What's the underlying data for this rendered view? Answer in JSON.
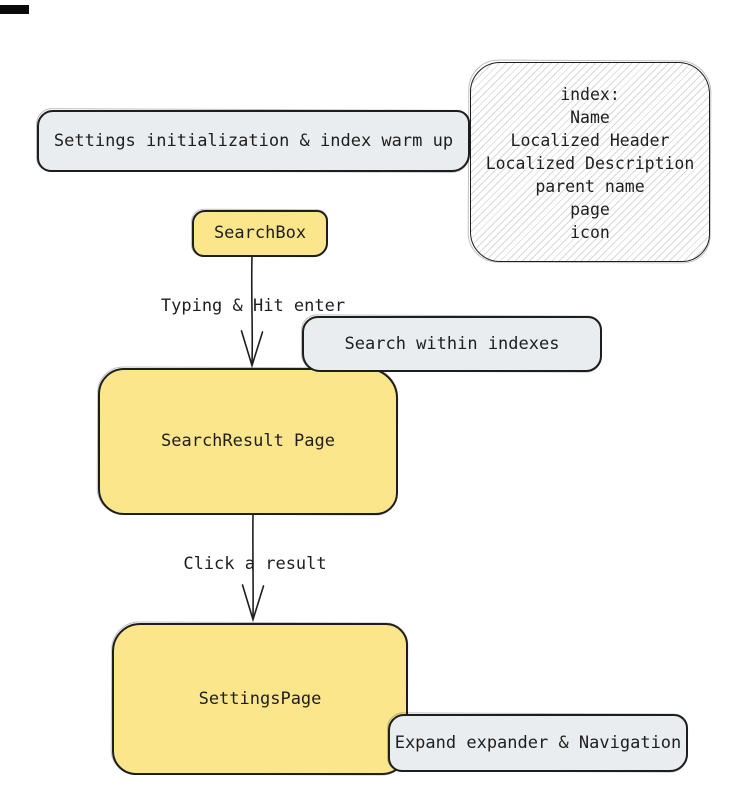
{
  "nodes": {
    "settings_init": {
      "label": "Settings initialization & index warm up"
    },
    "index_note": {
      "lines": [
        "index:",
        "Name",
        "Localized Header",
        "Localized Description",
        "parent name",
        "page",
        "icon"
      ]
    },
    "search_box": {
      "label": "SearchBox"
    },
    "search_within": {
      "label": "Search within indexes"
    },
    "search_result": {
      "label": "SearchResult Page"
    },
    "settings_page": {
      "label": "SettingsPage"
    },
    "expand_nav": {
      "label": "Expand expander & Navigation"
    }
  },
  "edges": {
    "typing_enter": {
      "label": "Typing & Hit enter"
    },
    "click_result": {
      "label": "Click a result"
    }
  },
  "colors": {
    "stroke": "#1e1e1e",
    "node_yellow": "#fce68c",
    "node_gray": "#e9edf0",
    "hatch_line": "#d9d9d9",
    "canvas_bg": "#ffffff"
  }
}
